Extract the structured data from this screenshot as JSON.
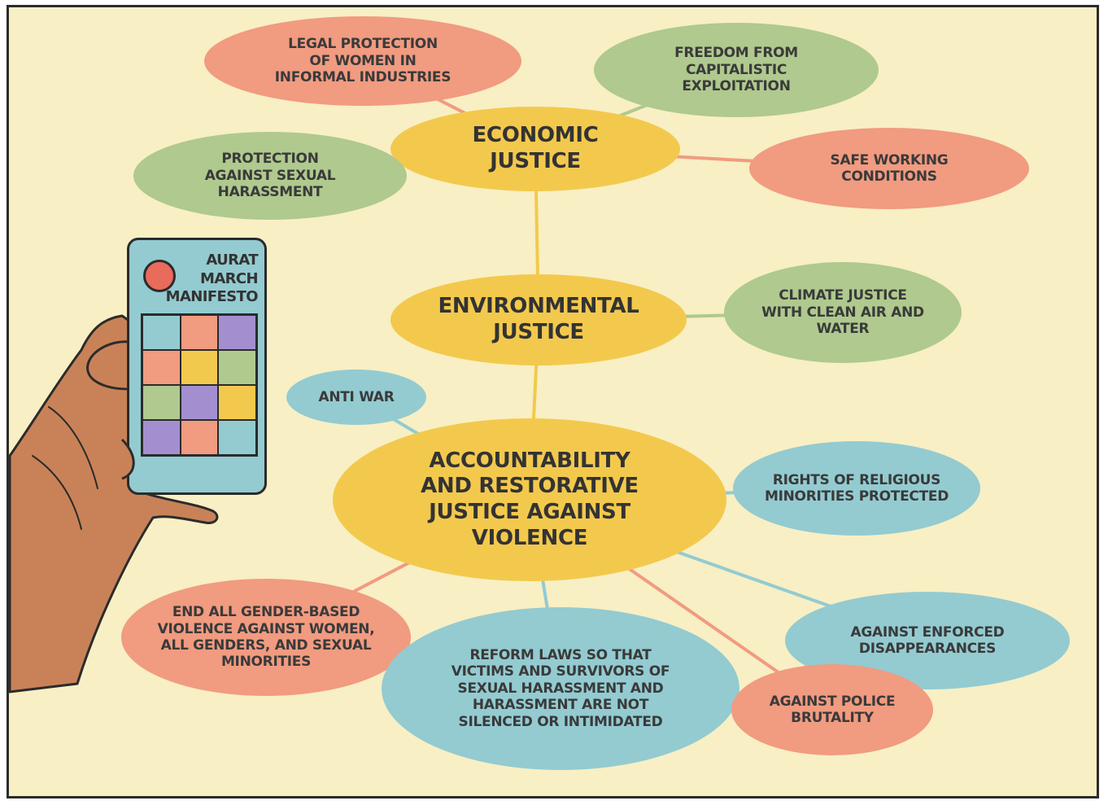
{
  "colors": {
    "background": "#f8efc4",
    "hub": "#f3c94d",
    "coral": "#f19b80",
    "sage": "#afc98e",
    "teal": "#93cbd1",
    "purple": "#a38fcf",
    "skin": "#c98258",
    "outline": "#2b2b2b"
  },
  "hubs": [
    {
      "id": "economic",
      "label": "Economic\nJustice"
    },
    {
      "id": "environmental",
      "label": "Environmental\nJustice"
    },
    {
      "id": "accountability",
      "label": "Accountability\nand Restorative\nJustice Against\nViolence"
    }
  ],
  "leaves": [
    {
      "id": "legal-protection",
      "hub": "economic",
      "color": "coral",
      "label": "Legal Protection\nof Women in\nInformal Industries"
    },
    {
      "id": "freedom-exploitation",
      "hub": "economic",
      "color": "sage",
      "label": "Freedom From\nCapitalistic\nExploitation"
    },
    {
      "id": "protection-harassment",
      "hub": "economic",
      "color": "sage",
      "label": "Protection\nAgainst Sexual\nHarassment"
    },
    {
      "id": "safe-working",
      "hub": "economic",
      "color": "coral",
      "label": "Safe Working\nConditions"
    },
    {
      "id": "climate-justice",
      "hub": "environmental",
      "color": "sage",
      "label": "Climate Justice\nwith Clean Air and\nWater"
    },
    {
      "id": "anti-war",
      "hub": "accountability",
      "color": "teal",
      "label": "Anti War"
    },
    {
      "id": "religious-minorities",
      "hub": "accountability",
      "color": "teal",
      "label": "Rights of Religious\nMinorities Protected"
    },
    {
      "id": "end-gbv",
      "hub": "accountability",
      "color": "coral",
      "label": "End All Gender-Based\nViolence Against Women,\nAll Genders, and Sexual\nMinorities"
    },
    {
      "id": "reform-laws",
      "hub": "accountability",
      "color": "teal",
      "label": "Reform Laws So That\nVictims and Survivors of\nSexual Harassment and\nHarassment Are Not\nSilenced or Intimidated"
    },
    {
      "id": "enforced-disappearances",
      "hub": "accountability",
      "color": "teal",
      "label": "Against Enforced\nDisappearances"
    },
    {
      "id": "police-brutality",
      "hub": "accountability",
      "color": "coral",
      "label": "Against Police\nBrutality"
    }
  ],
  "phone": {
    "title": "Aurat\nMarch\nManifesto",
    "grid_colors": [
      "teal",
      "coral",
      "purple",
      "coral",
      "hub",
      "sage",
      "sage",
      "purple",
      "hub",
      "purple",
      "coral",
      "teal"
    ]
  }
}
